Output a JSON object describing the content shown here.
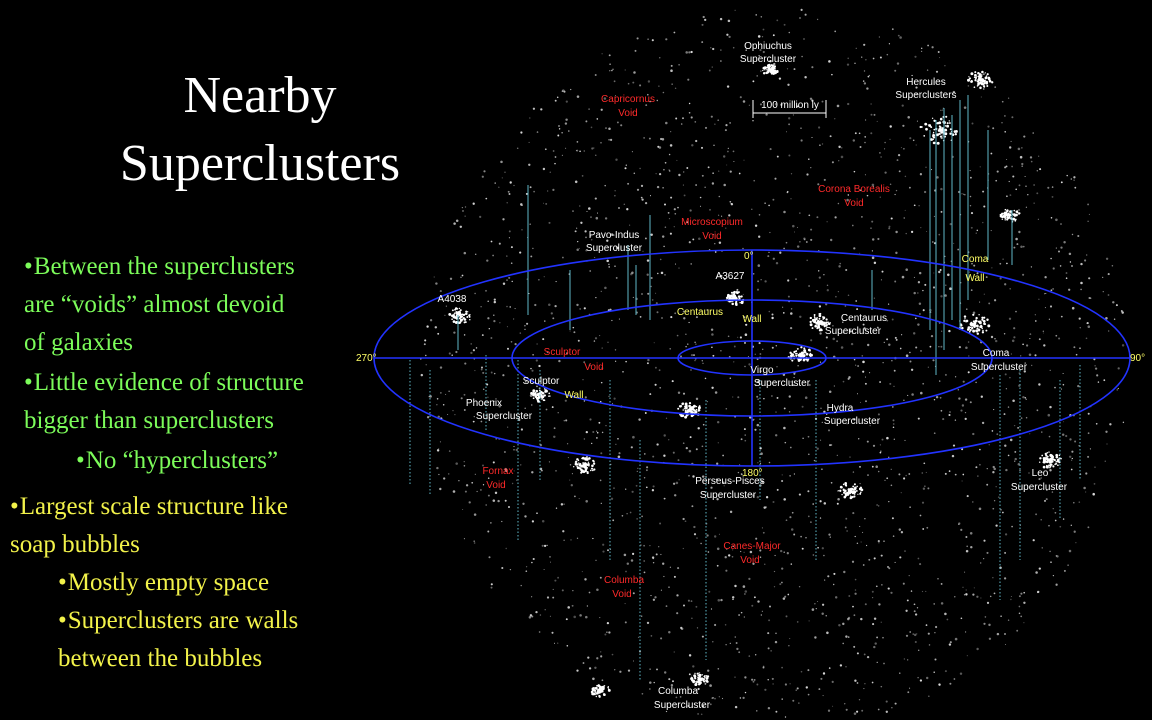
{
  "slide": {
    "title_line1": "Nearby",
    "title_line2": "Superclusters",
    "bullets_top": [
      {
        "line1": "Between the superclusters",
        "line2": "are “voids” almost devoid",
        "line3": "of galaxies"
      },
      {
        "line1": "Little evidence of structure",
        "line2": "bigger than superclusters"
      }
    ],
    "sub_bullet_top": "No “hyperclusters”",
    "bullets_bottom": {
      "line1": "Largest scale structure like",
      "line2": "soap bubbles"
    },
    "sub_bullets_bottom": [
      {
        "line1": "Mostly empty space"
      },
      {
        "line1": "Superclusters are walls",
        "line2": "between the bubbles"
      }
    ],
    "bullet_glyph": "•",
    "colors": {
      "background": "#000000",
      "title": "#ffffff",
      "top_bullets": "#7CFC5A",
      "bottom_bullets": "#F2F24A",
      "ring": "#2233ff",
      "drop_lines": "#5fb7c9",
      "void_labels": "#ff2a2a"
    }
  },
  "map": {
    "scale_bar": "100 million ly",
    "angles": {
      "a0": "0°",
      "a90": "90°",
      "a180": "180°",
      "a270": "270°"
    },
    "labels": {
      "ophiuchus": [
        "Ophiuchus",
        "Supercluster"
      ],
      "hercules": [
        "Hercules",
        "Superclusters"
      ],
      "capricornus": [
        "Capricornus",
        "Void"
      ],
      "corona": [
        "Corona Borealis",
        "Void"
      ],
      "microscopium": [
        "Microscopium",
        "Void"
      ],
      "pavo": [
        "Pavo-Indus",
        "Supercluster"
      ],
      "a3627": "A3627",
      "coma_wall": [
        "Coma",
        "Wall"
      ],
      "a4038": "A4038",
      "centaurus_wall": [
        "Centaurus",
        "Wall"
      ],
      "centaurus_sc": [
        "Centaurus",
        "Supercluster"
      ],
      "sculptor_void": [
        "Sculptor",
        "Void"
      ],
      "sculptor_wall": [
        "Sculptor",
        "Wall"
      ],
      "virgo": [
        "Virgo",
        "Supercluster"
      ],
      "coma_sc": [
        "Coma",
        "Supercluster"
      ],
      "phoenix": [
        "Phoenix",
        "Supercluster"
      ],
      "hydra": [
        "Hydra",
        "Supercluster"
      ],
      "fornax": [
        "Fornax",
        "Void"
      ],
      "perseus": [
        "Perseus-Pisces",
        "Supercluster"
      ],
      "leo": [
        "Leo",
        "Supercluster"
      ],
      "canes": [
        "Canes-Major",
        "Void"
      ],
      "columba_void": [
        "Columba",
        "Void"
      ],
      "columba_sc": [
        "Columba",
        "Supercluster"
      ]
    }
  }
}
